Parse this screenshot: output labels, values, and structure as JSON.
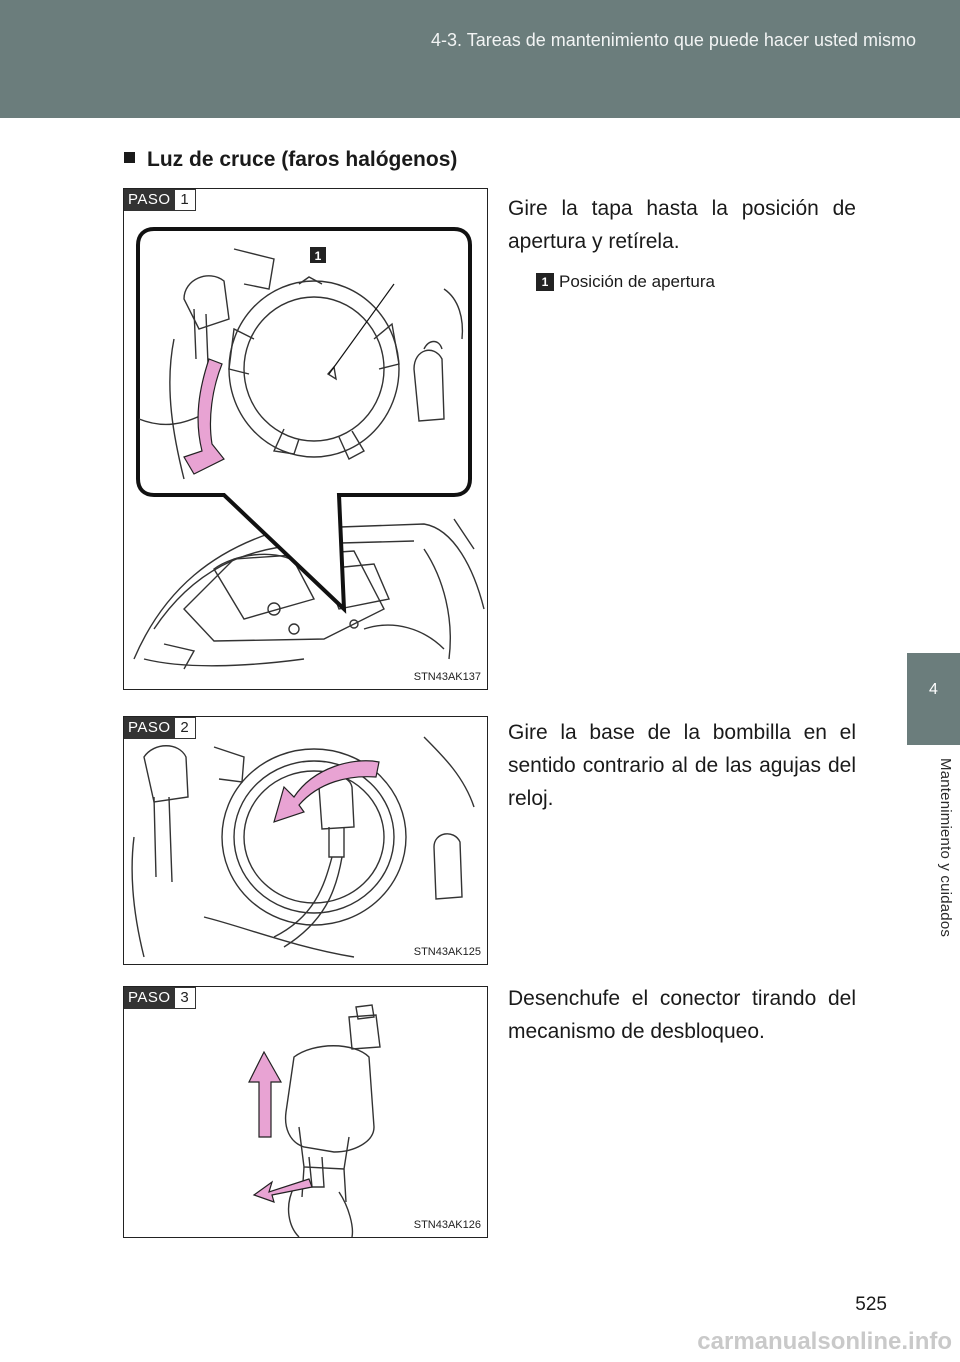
{
  "header": {
    "title": "4-3. Tareas de mantenimiento que puede hacer usted mismo"
  },
  "side_tab": {
    "number": "4",
    "label": "Mantenimiento y cuidados"
  },
  "section": {
    "title": "Luz de cruce (faros halógenos)"
  },
  "steps": [
    {
      "paso_label": "PASO",
      "paso_number": "1",
      "text": "Gire la tapa hasta la posición de apertura y retírela.",
      "figure_id": "STN43AK137",
      "callout": {
        "number": "1",
        "label": "Posición de apertura"
      }
    },
    {
      "paso_label": "PASO",
      "paso_number": "2",
      "text": "Gire la base de la bombilla en el sentido contrario al de las agujas del reloj.",
      "figure_id": "STN43AK125"
    },
    {
      "paso_label": "PASO",
      "paso_number": "3",
      "text": "Desenchufe el conector tirando del mecanismo de desbloqueo.",
      "figure_id": "STN43AK126"
    }
  ],
  "page_number": "525",
  "watermark": "carmanualsonline.info",
  "colors": {
    "header_bg": "#6b7d7c",
    "arrow": "#e8a3d3"
  }
}
